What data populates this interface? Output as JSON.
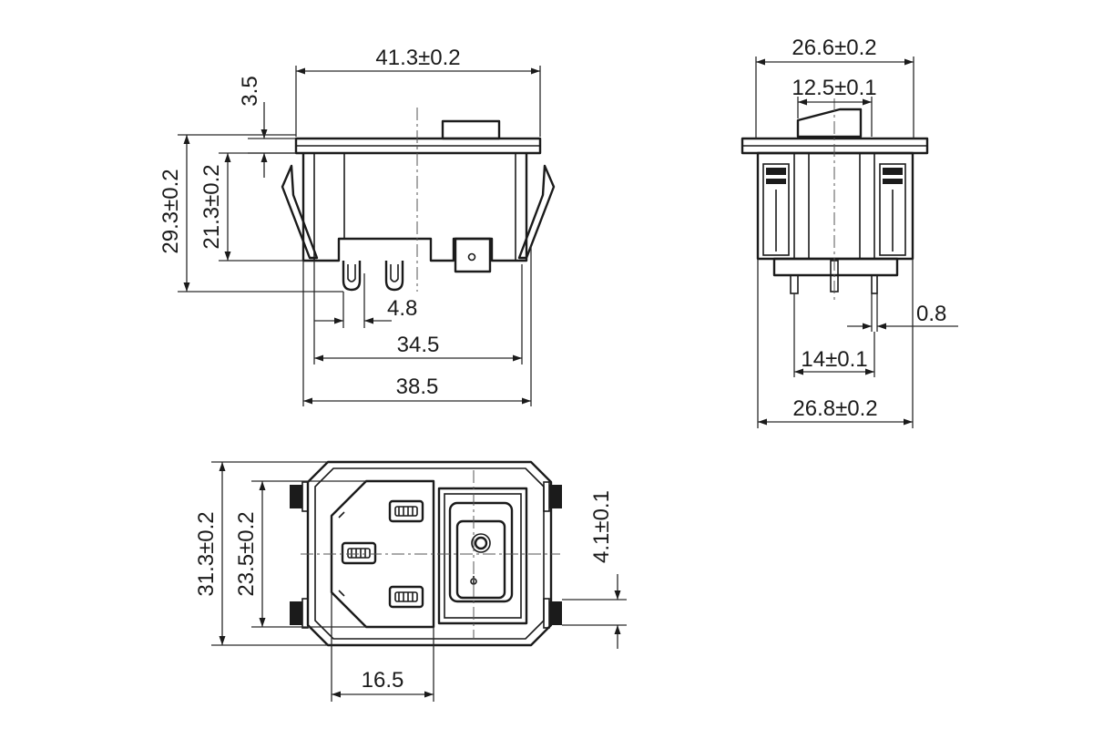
{
  "side_view": {
    "overall_width": "41.3±0.2",
    "top_offset": "3.5",
    "total_height": "29.3±0.2",
    "body_height": "21.3±0.2",
    "pin_pitch": "4.8",
    "inner_width": "34.5",
    "base_width": "38.5"
  },
  "end_view": {
    "top_width": "26.6±0.2",
    "rocker_width": "12.5±0.1",
    "pin_thickness": "0.8",
    "pin_spacing": "14±0.1",
    "base_width": "26.8±0.2"
  },
  "front_view": {
    "overall_height": "31.3±0.2",
    "inner_height": "23.5±0.2",
    "offset": "4.1±0.1",
    "inlet_width": "16.5"
  }
}
